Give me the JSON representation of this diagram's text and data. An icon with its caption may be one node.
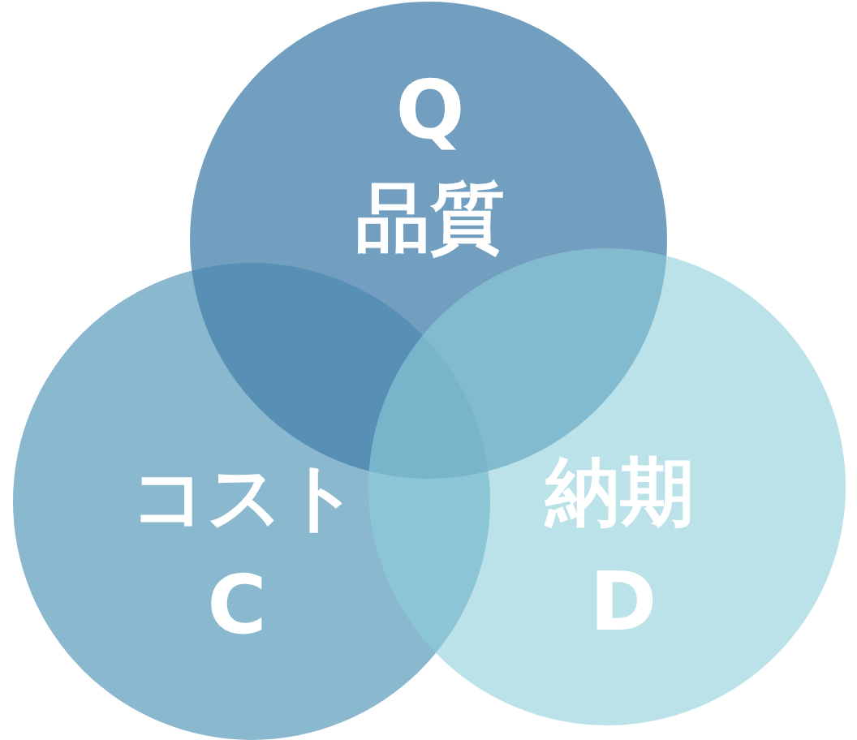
{
  "diagram": {
    "nodes": [
      {
        "text": [
          "Q",
          "品質"
        ]
      },
      {
        "text": [
          "コスト",
          "C"
        ]
      },
      {
        "text": [
          "納期",
          "D"
        ]
      }
    ]
  }
}
